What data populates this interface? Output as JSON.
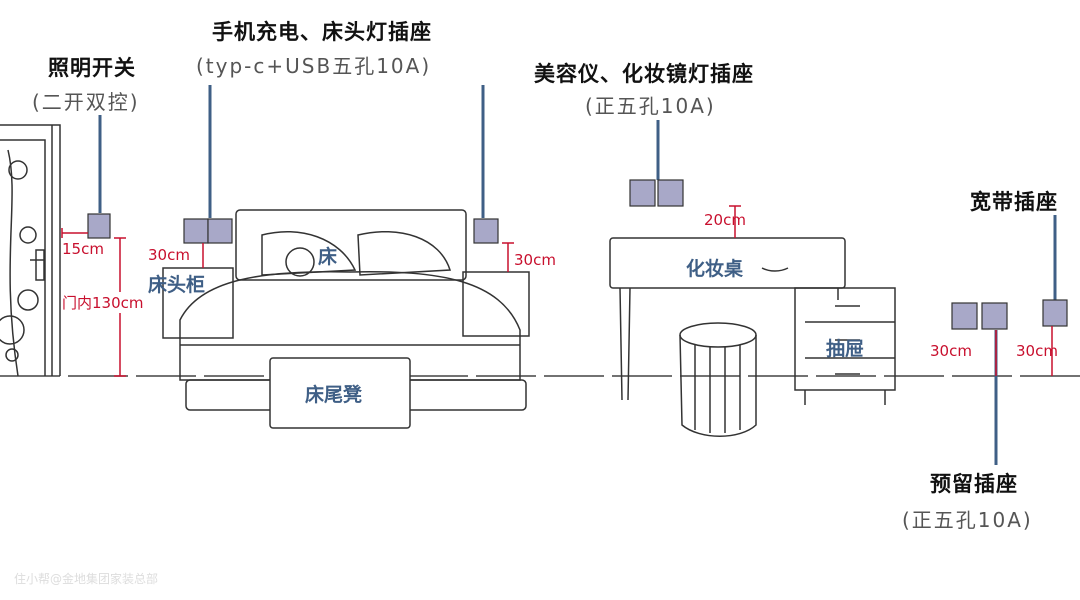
{
  "labels": {
    "light_switch": {
      "title": "照明开关",
      "sub": "(二开双控)"
    },
    "bedside_socket": {
      "title": "手机充电、床头灯插座",
      "sub": "(typ-c+USB五孔10A)"
    },
    "vanity_socket": {
      "title": "美容仪、化妆镜灯插座",
      "sub": "(正五孔10A)"
    },
    "broadband_socket": {
      "title": "宽带插座"
    },
    "reserved_socket": {
      "title": "预留插座",
      "sub": "(正五孔10A)"
    }
  },
  "dimensions": {
    "switch_offset": "15cm",
    "switch_height": "门内130cm",
    "bedside_left": "30cm",
    "bedside_right": "30cm",
    "vanity": "20cm",
    "reserved": "30cm",
    "broadband": "30cm"
  },
  "furniture": {
    "nightstand": "床头柜",
    "bed": "床",
    "bench": "床尾凳",
    "vanity_desk": "化妆桌",
    "drawers": "抽屉"
  },
  "watermark": "住小帮@金地集团家装总部",
  "colors": {
    "dimension": "#c8102e",
    "leader": "#3f5f86",
    "socket": "#a8a8c8"
  }
}
